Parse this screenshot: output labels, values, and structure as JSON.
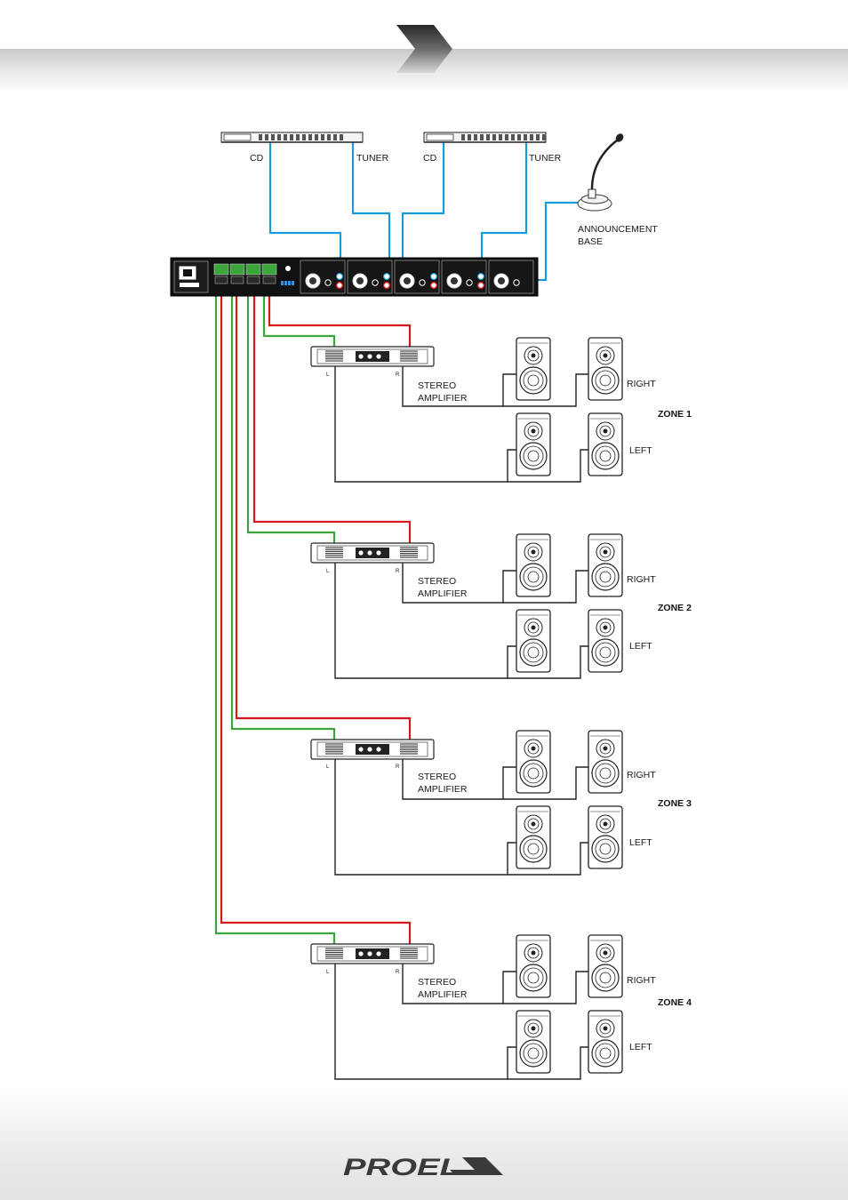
{
  "sources": [
    {
      "cd_label": "CD",
      "tuner_label": "TUNER"
    },
    {
      "cd_label": "CD",
      "tuner_label": "TUNER"
    }
  ],
  "announcement": {
    "line1": "ANNOUNCEMENT",
    "line2": "BASE"
  },
  "amplifier": {
    "line1": "STEREO",
    "line2": "AMPLIFIER",
    "left_channel": "L",
    "right_channel": "R"
  },
  "speaker_labels": {
    "right": "RIGHT",
    "left": "LEFT"
  },
  "zones": [
    {
      "name": "ZONE 1"
    },
    {
      "name": "ZONE 2"
    },
    {
      "name": "ZONE 3"
    },
    {
      "name": "ZONE 4"
    }
  ],
  "brand": {
    "logo": "PROEL"
  },
  "colors": {
    "blue_cable": "#1a9ad7",
    "red_cable": "#d7191f",
    "green_cable": "#3aa63c",
    "black_wire": "#222222"
  },
  "icons": [
    "chevron-arrow-icon",
    "rack-unit-icon",
    "gooseneck-microphone-icon",
    "stereo-amplifier-icon",
    "loudspeaker-icon"
  ]
}
